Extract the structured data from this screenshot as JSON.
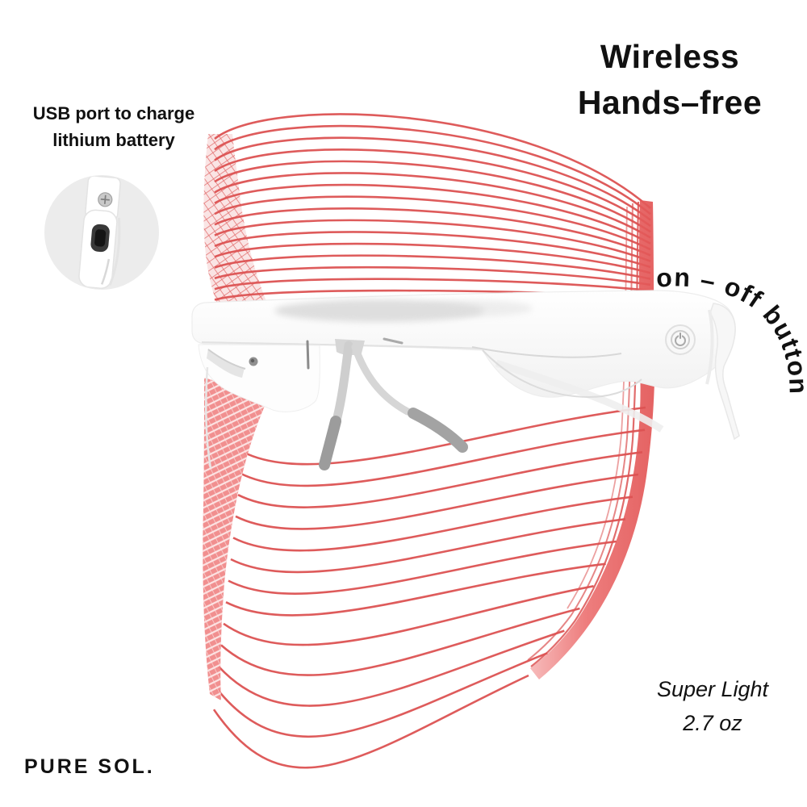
{
  "colors": {
    "led": "#dc5252",
    "led_band_fill": "#ef8383",
    "led_band_tint": "#f6caca",
    "text": "#111111",
    "background": "#ffffff",
    "frame_white": "#ffffff",
    "frame_shadow": "#e2e2e2",
    "nose_pad_gray": "#9e9e9e",
    "inset_bg": "#ececec",
    "usb_port_dark": "#383838"
  },
  "annotations": {
    "wireless": {
      "line1": "Wireless",
      "line2": "Hands–free"
    },
    "usb_note": {
      "line1": "USB  port to charge",
      "line2": "lithium battery"
    },
    "onoff_label": "on – off button",
    "weight_note": {
      "line1": "Super Light",
      "line2": "2.7 oz"
    },
    "brand": "PURE SOL."
  },
  "icons": {
    "power_button": "power-icon",
    "usb_port": "micro-usb-icon",
    "screw": "screw-icon"
  }
}
